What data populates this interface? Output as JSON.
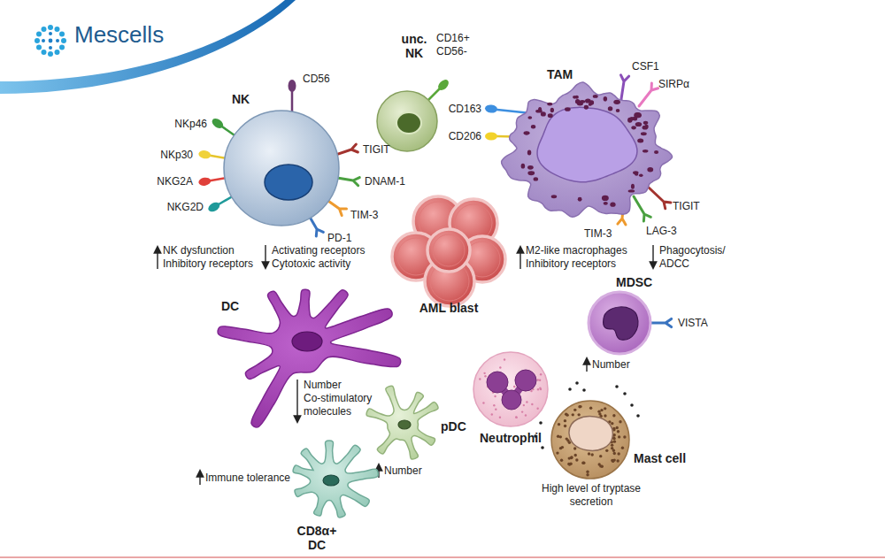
{
  "diagram": {
    "nodes": [
      {
        "text": [
          "NK"
        ]
      },
      {
        "text": [
          "unc. NK"
        ]
      },
      {
        "text": [
          "TAM"
        ]
      },
      {
        "text": [
          "AML blast"
        ]
      },
      {
        "text": [
          "MDSC"
        ]
      },
      {
        "text": [
          "DC"
        ]
      },
      {
        "text": [
          "pDC"
        ]
      },
      {
        "text": [
          "Neutrophil"
        ]
      },
      {
        "text": [
          "Mast cell"
        ]
      },
      {
        "text": [
          "CD8α+ DC"
        ]
      }
    ],
    "labels": [
      "Mescells",
      "CD56",
      "NKp46",
      "NKp30",
      "NKG2A",
      "NKG2D",
      "TIGIT",
      "DNAM-1",
      "TIM-3",
      "PD-1",
      "NK dysfunction",
      "Inhibitory receptors",
      "Activating receptors",
      "Cytotoxic activity",
      "CD16+ CD56-",
      "CD163",
      "CD206",
      "CSF1",
      "SIRPα",
      "TIGIT",
      "LAG-3",
      "TIM-3",
      "M2-like macrophages",
      "Inhibitory receptors",
      "Phagocytosis/ ADCC",
      "VISTA",
      "Number",
      "Number",
      "Co-stimulatory molecules",
      "Number",
      "Immune tolerance",
      "High level of tryptase secretion"
    ]
  }
}
